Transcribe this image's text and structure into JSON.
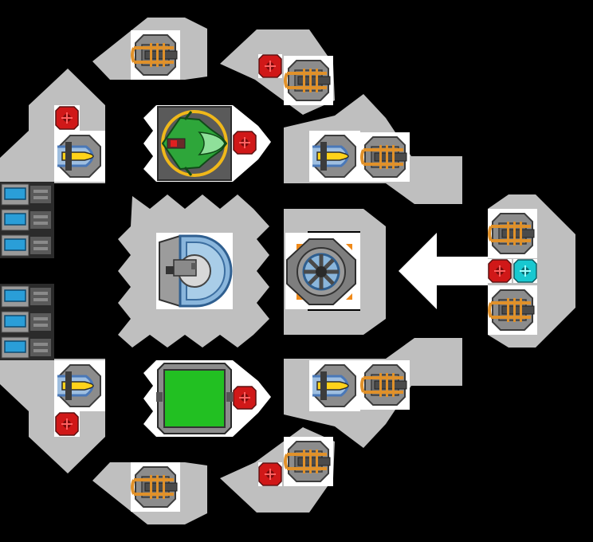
{
  "colors": {
    "background": "#000000",
    "hull": "#bfbfbf",
    "slot": "#ffffff",
    "turret_body": "#8c8c8c",
    "turret_dark": "#3c3c3c",
    "turret_orange": "#e0912a",
    "beam_yellow": "#ffd21a",
    "beam_blue": "#4a78b8",
    "shield_blue": "#6aa7d6",
    "reactor_grey": "#7e7e7e",
    "core_orange": "#f08a1a",
    "cockpit_green": "#2ea63a",
    "armor_green": "#22c022",
    "red_module": "#d01818",
    "cyan_module": "#18c8d0",
    "battery_blue": "#2a9ed8"
  },
  "components": [
    {
      "kind": "cannon-turret",
      "icon": "cannon-turret-icon"
    },
    {
      "kind": "beam-turret",
      "icon": "beam-turret-icon"
    },
    {
      "kind": "cockpit",
      "icon": "cockpit-icon"
    },
    {
      "kind": "shield-generator",
      "icon": "shield-generator-icon"
    },
    {
      "kind": "reactor-core",
      "icon": "reactor-core-icon"
    },
    {
      "kind": "armor-block",
      "icon": "armor-block-icon"
    },
    {
      "kind": "red-module",
      "icon": "red-module-icon"
    },
    {
      "kind": "cyan-module",
      "icon": "cyan-module-icon"
    },
    {
      "kind": "battery-cell",
      "icon": "battery-cell-icon"
    },
    {
      "kind": "thrust-arrow",
      "icon": "arrow-left-icon"
    }
  ]
}
